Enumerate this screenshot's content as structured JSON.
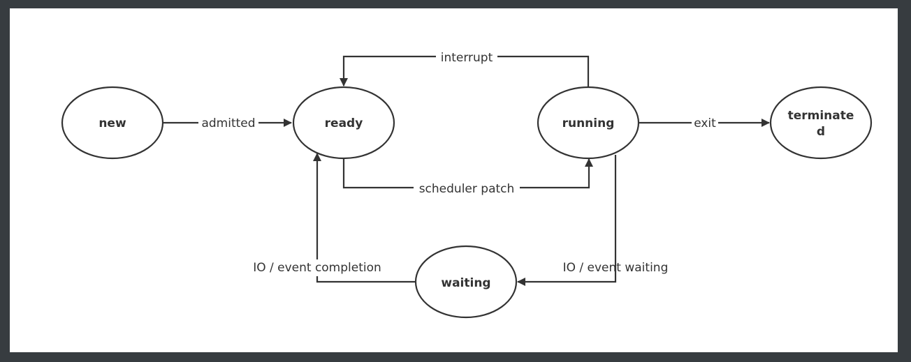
{
  "colors": {
    "frame": "#373c40",
    "canvas": "#ffffff",
    "stroke": "#333333"
  },
  "nodes": {
    "new": "new",
    "ready": "ready",
    "running": "running",
    "terminated_line1": "terminate",
    "terminated_line2": "d",
    "waiting": "waiting"
  },
  "edges": {
    "admitted": "admitted",
    "interrupt": "interrupt",
    "scheduler_patch": "scheduler patch",
    "exit": "exit",
    "io_event_waiting": "IO / event waiting",
    "io_event_completion": "IO / event completion"
  }
}
